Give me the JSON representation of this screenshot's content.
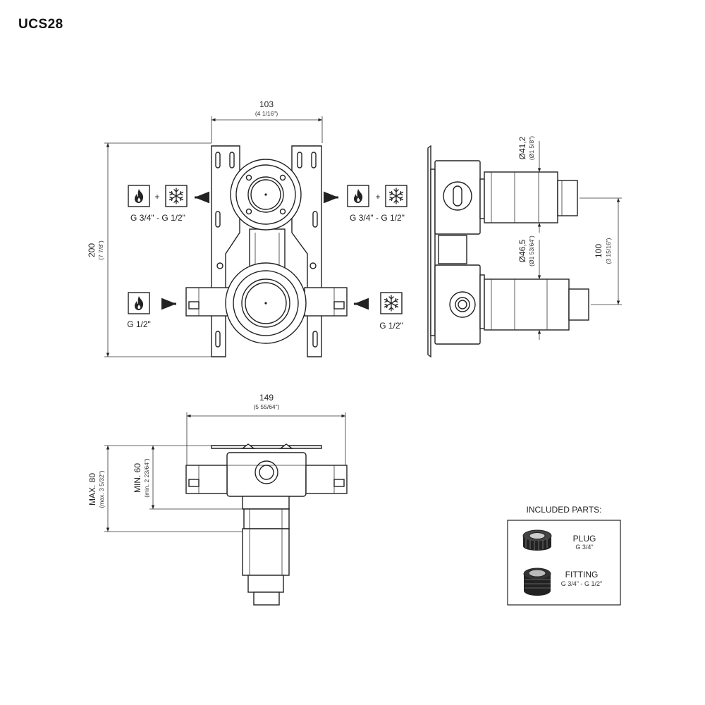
{
  "title": "UCS28",
  "front_view": {
    "width_mm": "103",
    "width_in": "(4 1/16\")",
    "height_mm": "200",
    "height_in": "(7 7/8\")",
    "outlet_left_label": "G 3/4\" - G 1/2\"",
    "outlet_right_label": "G 3/4\" - G 1/2\"",
    "inlet_hot_label": "G 1/2\"",
    "inlet_cold_label": "G 1/2\"",
    "plus_sign": "+"
  },
  "side_view": {
    "upper_diameter_mm": "Ø41,2",
    "upper_diameter_in": "(Ø1 5/8\")",
    "lower_diameter_mm": "Ø46,5",
    "lower_diameter_in": "(Ø1 53/64\")",
    "spacing_mm": "100",
    "spacing_in": "(3 15/16\")"
  },
  "top_view": {
    "width_mm": "149",
    "width_in": "(5 55/64\")",
    "max_depth": "MAX. 80",
    "max_depth_in": "(max. 3 5/32\")",
    "min_depth": "MIN. 60",
    "min_depth_in": "(min. 2 23/64\")"
  },
  "included_parts": {
    "heading": "INCLUDED PARTS:",
    "items": [
      {
        "name": "PLUG",
        "spec": "G 3/4\"",
        "icon": "plug-icon"
      },
      {
        "name": "FITTING",
        "spec": "G 3/4\" - G 1/2\"",
        "icon": "fitting-icon"
      }
    ]
  },
  "icons": {
    "hot": "flame-icon",
    "cold": "snowflake-icon"
  }
}
